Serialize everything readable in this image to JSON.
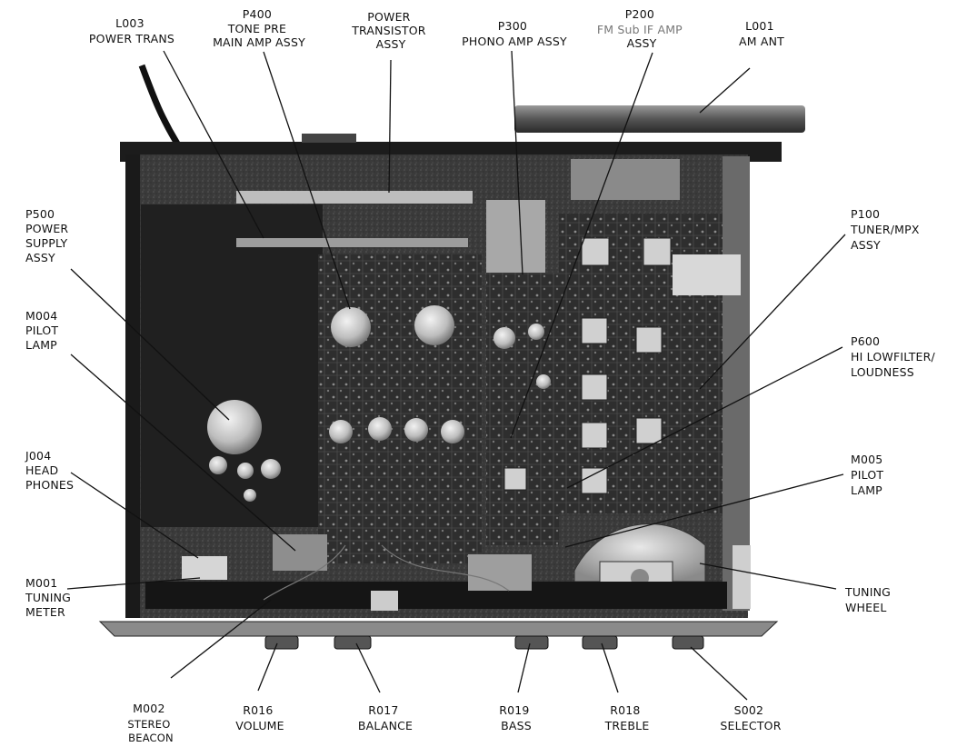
{
  "callouts": [
    {
      "id": "l003",
      "lines": [
        "L003",
        "POWER TRANS"
      ]
    },
    {
      "id": "p400",
      "lines": [
        "P400",
        "TONE PRE",
        "MAIN AMP ASSY"
      ]
    },
    {
      "id": "power-transistor",
      "lines": [
        "POWER",
        "TRANSISTOR",
        "ASSY"
      ]
    },
    {
      "id": "p300",
      "lines": [
        "P300",
        "PHONO AMP ASSY"
      ]
    },
    {
      "id": "p200",
      "lines": [
        "P200",
        "FM Sub IF AMP",
        "ASSY"
      ]
    },
    {
      "id": "l001",
      "lines": [
        "L001",
        "AM ANT"
      ]
    },
    {
      "id": "p500",
      "lines": [
        "P500",
        "POWER",
        "SUPPLY",
        "ASSY"
      ]
    },
    {
      "id": "p100",
      "lines": [
        "P100",
        "TUNER/MPX",
        "ASSY"
      ]
    },
    {
      "id": "m004",
      "lines": [
        "M004",
        "PILOT",
        "LAMP"
      ]
    },
    {
      "id": "p600",
      "lines": [
        "P600",
        "HI LOWFILTER/",
        "LOUDNESS"
      ]
    },
    {
      "id": "j004",
      "lines": [
        "J004",
        "HEAD",
        "PHONES"
      ]
    },
    {
      "id": "m005",
      "lines": [
        "M005",
        "PILOT",
        "LAMP"
      ]
    },
    {
      "id": "m001",
      "lines": [
        "M001",
        "TUNING",
        "METER"
      ]
    },
    {
      "id": "tuning-wheel",
      "lines": [
        "TUNING",
        "WHEEL"
      ]
    },
    {
      "id": "m002",
      "lines": [
        "M002",
        "STEREO",
        "BEACON"
      ]
    },
    {
      "id": "r016",
      "lines": [
        "R016",
        "VOLUME"
      ]
    },
    {
      "id": "r017",
      "lines": [
        "R017",
        "BALANCE"
      ]
    },
    {
      "id": "r019",
      "lines": [
        "R019",
        "BASS"
      ]
    },
    {
      "id": "r018",
      "lines": [
        "R018",
        "TREBLE"
      ]
    },
    {
      "id": "s002",
      "lines": [
        "S002",
        "SELECTOR"
      ]
    }
  ]
}
